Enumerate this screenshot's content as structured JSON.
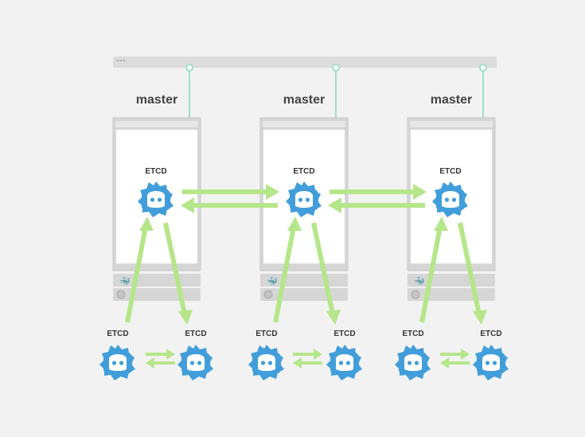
{
  "masters": [
    {
      "label": "master",
      "etcd_label": "ETCD"
    },
    {
      "label": "master",
      "etcd_label": "ETCD"
    },
    {
      "label": "master",
      "etcd_label": "ETCD"
    }
  ],
  "workers": [
    {
      "label": "ETCD"
    },
    {
      "label": "ETCD"
    },
    {
      "label": "ETCD"
    },
    {
      "label": "ETCD"
    },
    {
      "label": "ETCD"
    },
    {
      "label": "ETCD"
    }
  ],
  "colors": {
    "background": "#f2f2f2",
    "server": "#d6d6d6",
    "arrow": "#b5e68a",
    "connector": "#9fe0c5",
    "etcd": "#419eda"
  },
  "icons": {
    "etcd": "etcd-logo-icon",
    "docker": "docker-whale-icon",
    "power": "power-button-icon"
  }
}
